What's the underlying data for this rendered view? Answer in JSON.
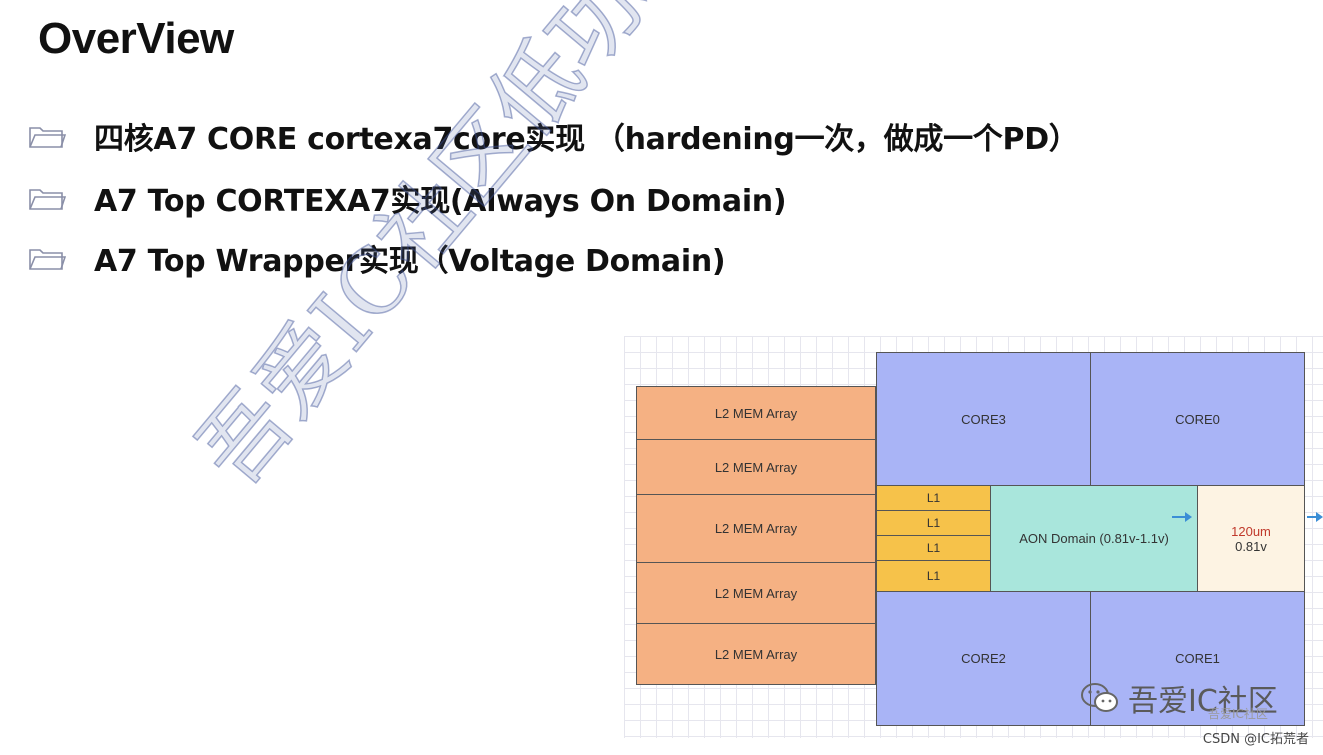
{
  "title": "OverView",
  "bullets": [
    {
      "icon": "folder-icon",
      "text": "四核A7 CORE cortexa7core实现 （hardening一次，做成一个PD）"
    },
    {
      "icon": "folder-icon",
      "text": "A7 Top CORTEXA7实现(Always On Domain)"
    },
    {
      "icon": "folder-icon",
      "text": "A7 Top Wrapper实现（Voltage Domain)"
    }
  ],
  "floorplan": {
    "mem_arrays": [
      "L2 MEM Array",
      "L2 MEM Array",
      "L2 MEM Array",
      "L2 MEM Array",
      "L2 MEM Array"
    ],
    "cores": {
      "core3": "CORE3",
      "core0": "CORE0",
      "core2": "CORE2",
      "core1": "CORE1"
    },
    "l1": [
      "L1",
      "L1",
      "L1",
      "L1"
    ],
    "aon": "AON Domain (0.81v-1.1v)",
    "pad": {
      "size": "120um",
      "voltage": "0.81v"
    }
  },
  "watermark": "吾爱IC社区低功耗设计实现",
  "brand": {
    "name": "吾爱IC社区",
    "sub": "吾爱IC社区",
    "icon": "wechat-icon"
  },
  "footer": "CSDN @IC拓荒者",
  "colors": {
    "mem": "#f5b183",
    "core": "#a9b4f6",
    "l1": "#f6c24a",
    "aon": "#a9e6dc",
    "pad": "#fdf3e3"
  }
}
